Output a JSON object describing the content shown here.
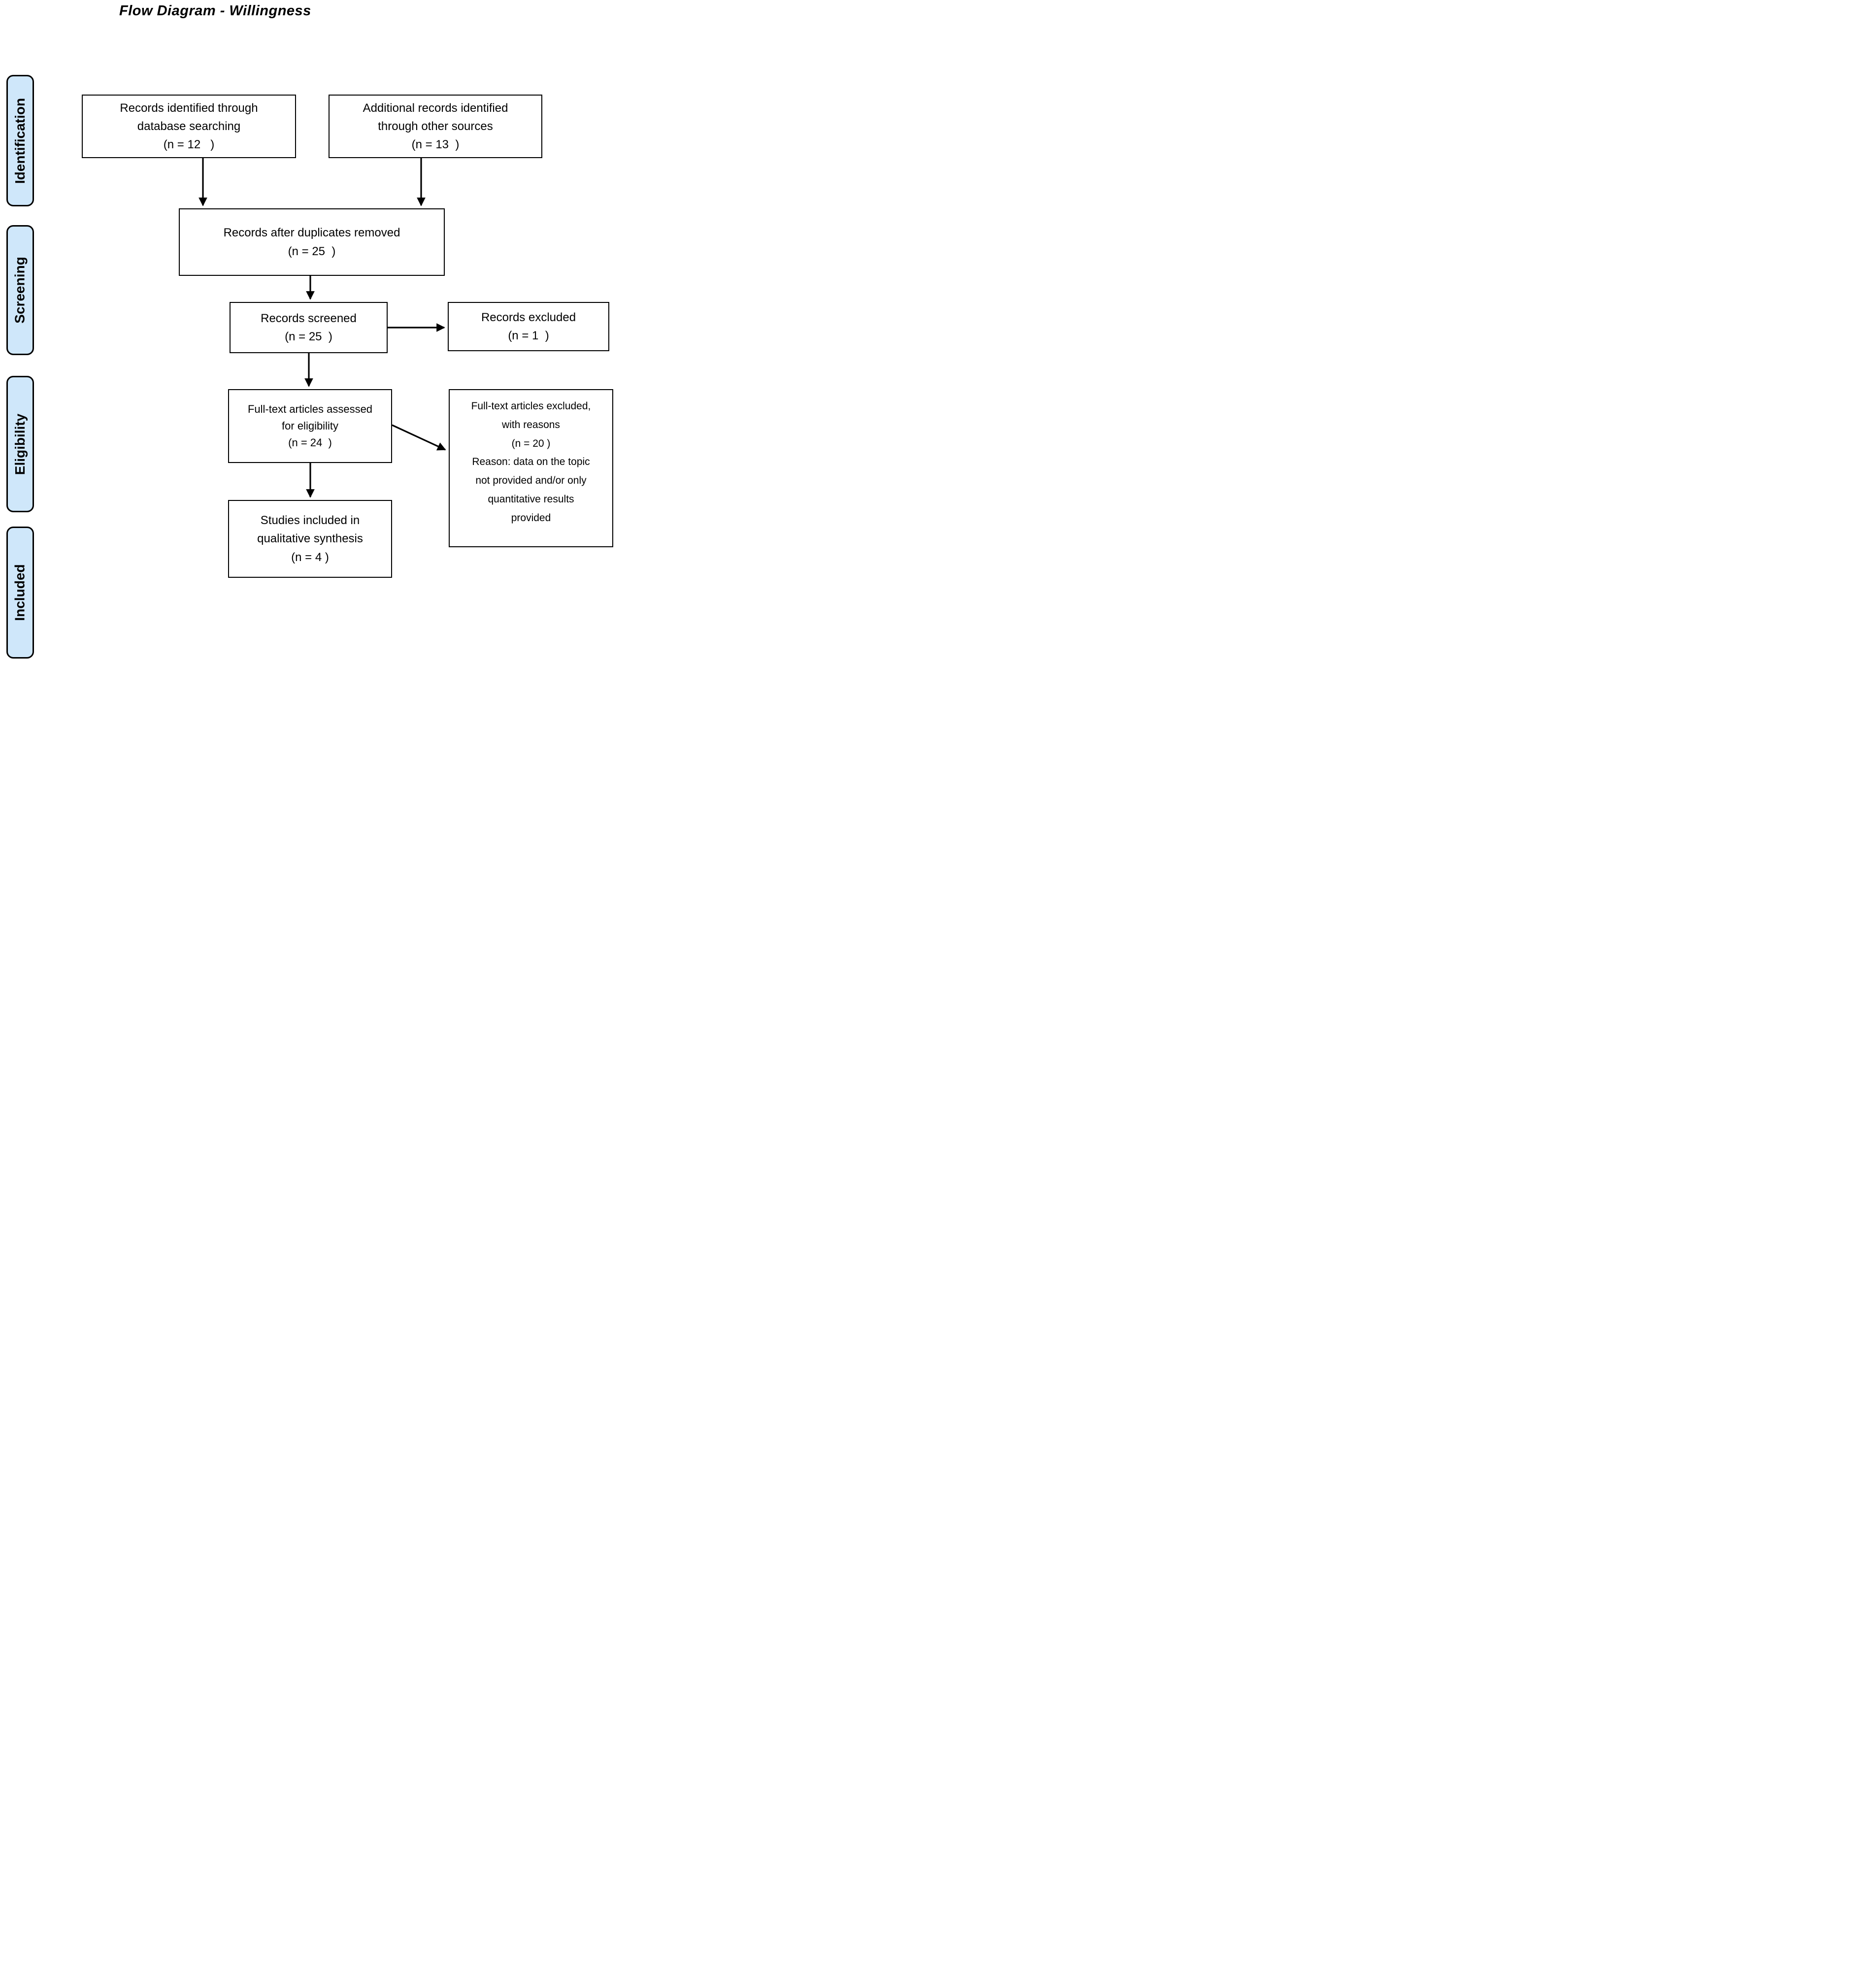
{
  "title": "Flow Diagram - Willingness",
  "sidebar": {
    "stages": [
      {
        "label": "Identification"
      },
      {
        "label": "Screening"
      },
      {
        "label": "Eligibility"
      },
      {
        "label": "Included"
      }
    ]
  },
  "boxes": {
    "records_identified": {
      "lines": [
        "Records identified through",
        "database searching",
        "(n = 12   )"
      ]
    },
    "additional_records": {
      "lines": [
        "Additional records identified",
        "through other sources",
        "(n = 13  )"
      ]
    },
    "duplicates_removed": {
      "lines": [
        "Records after duplicates removed",
        "(n = 25  )"
      ]
    },
    "records_screened": {
      "lines": [
        "Records screened",
        "(n = 25  )"
      ]
    },
    "records_excluded": {
      "lines": [
        "Records excluded",
        "(n = 1  )"
      ]
    },
    "fulltext_assessed": {
      "lines": [
        "Full-text articles assessed",
        "for eligibility",
        "(n = 24  )"
      ]
    },
    "fulltext_excluded": {
      "lines": [
        "Full-text articles excluded,",
        "with reasons",
        "(n = 20 )",
        "Reason: data on the topic",
        "not provided and/or only",
        "quantitative results",
        "provided"
      ]
    },
    "studies_included": {
      "lines": [
        "Studies included in",
        "qualitative synthesis",
        "(n = 4 )"
      ]
    }
  },
  "colors": {
    "stage_fill": "#cfe7fa",
    "line_color": "#000000"
  }
}
